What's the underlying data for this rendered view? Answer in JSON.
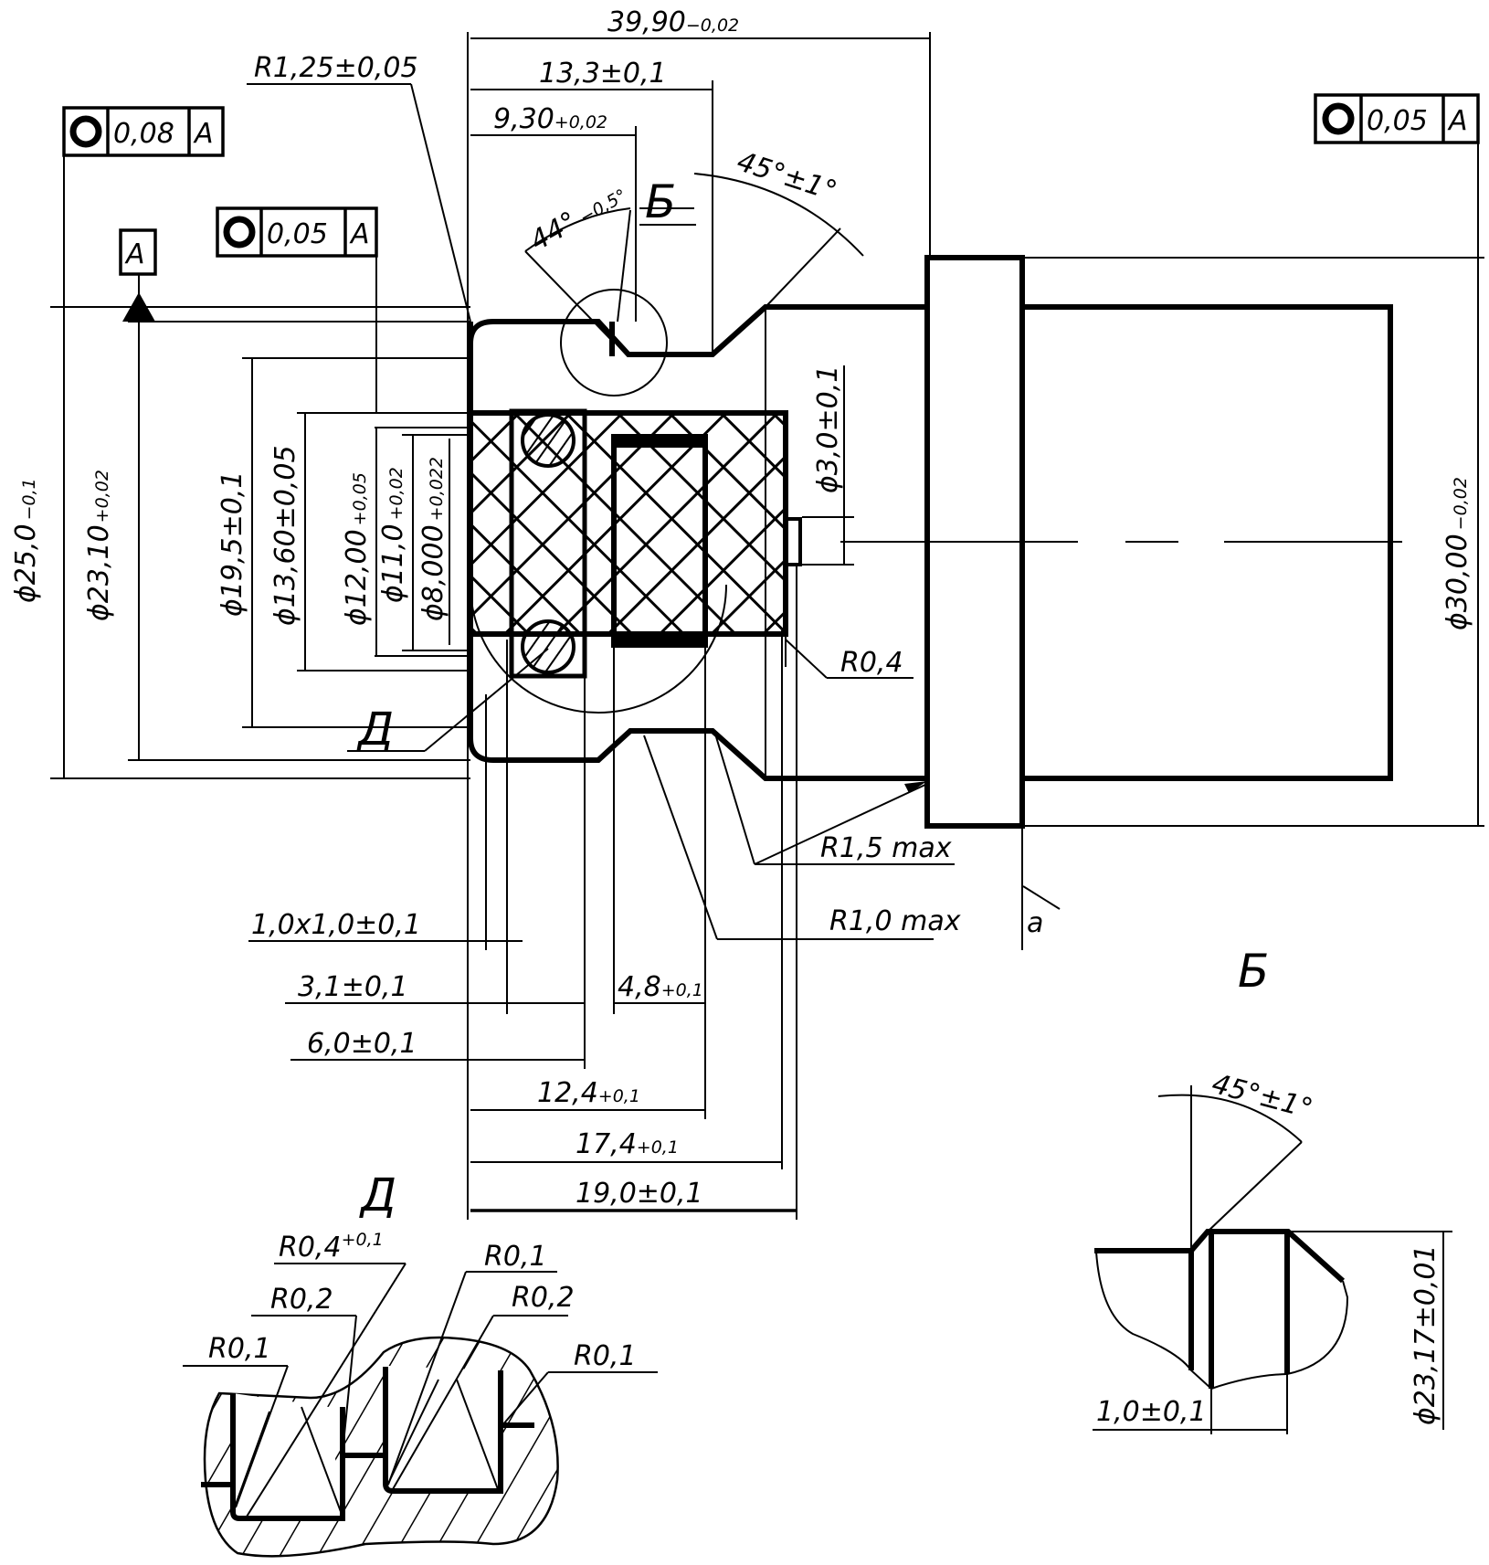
{
  "drawing": {
    "title": "Engineering drawing of a stepped shaft with seal bushing and sectional details",
    "main_view": {
      "length_dimensions": [
        {
          "id": "overall-length",
          "text": "39,90",
          "tolerance": "−0,02"
        },
        {
          "id": "groove-position",
          "text": "13,3±0,1"
        },
        {
          "id": "chamfer-position",
          "text": "9,30",
          "tolerance": "+0,02"
        },
        {
          "id": "chamfer-size",
          "text": "1,0x1,0±0,1"
        },
        {
          "id": "ring-width",
          "text": "3,1±0,1"
        },
        {
          "id": "ring-end",
          "text": "6,0±0,1"
        },
        {
          "id": "sleeve-width",
          "text": "4,8",
          "tolerance": "+0,1"
        },
        {
          "id": "sleeve-end",
          "text": "12,4",
          "tolerance": "+0,1"
        },
        {
          "id": "insert-end",
          "text": "17,4",
          "tolerance": "+0,1"
        },
        {
          "id": "bore-depth",
          "text": "19,0±0,1"
        }
      ],
      "diameter_dimensions": [
        {
          "id": "d25",
          "text": "ϕ25,0",
          "tolerance": "−0,1"
        },
        {
          "id": "d23-10",
          "text": "ϕ23,10",
          "tolerance": "+0,02"
        },
        {
          "id": "d19-5",
          "text": "ϕ19,5±0,1"
        },
        {
          "id": "d13-60",
          "text": "ϕ13,60±0,05"
        },
        {
          "id": "d12-00",
          "text": "ϕ12,00",
          "tolerance": "+0,05"
        },
        {
          "id": "d11-0",
          "text": "ϕ11,0",
          "tolerance": "+0,02"
        },
        {
          "id": "d8-000",
          "text": "ϕ8,000",
          "tolerance": "+0,022"
        },
        {
          "id": "d3-0",
          "text": "ϕ3,0±0,1"
        },
        {
          "id": "d30-00",
          "text": "ϕ30,00",
          "tolerance": "−0,02"
        }
      ],
      "angles": [
        {
          "id": "angle-44",
          "text": "44°",
          "tolerance": "−0,5°"
        },
        {
          "id": "angle-45",
          "text": "45°±1°"
        }
      ],
      "radii": [
        {
          "id": "r125",
          "text": "R1,25±0,05"
        },
        {
          "id": "r04",
          "text": "R0,4"
        },
        {
          "id": "r15",
          "text": "R1,5 max"
        },
        {
          "id": "r10",
          "text": "R1,0 max"
        }
      ],
      "tolerance_frames": [
        {
          "id": "runout-008",
          "symbol": "circularity",
          "value": "0,08",
          "datum": "A"
        },
        {
          "id": "runout-005-left",
          "symbol": "circularity",
          "value": "0,05",
          "datum": "A"
        },
        {
          "id": "runout-005-right",
          "symbol": "circularity",
          "value": "0,05",
          "datum": "A"
        }
      ],
      "datum": "A",
      "view_callouts": [
        "Б",
        "Д"
      ],
      "surface_mark": "a"
    },
    "detail_b": {
      "label": "Б",
      "angle": "45°±1°",
      "width": "1,0±0,1",
      "diameter": "ϕ23,17±0,01"
    },
    "detail_d": {
      "label": "Д",
      "radii": [
        "R0,4",
        "R0,2",
        "R0,1",
        "R0,1",
        "R0,2",
        "R0,1"
      ],
      "r04_tolerance": "+0,1"
    }
  }
}
